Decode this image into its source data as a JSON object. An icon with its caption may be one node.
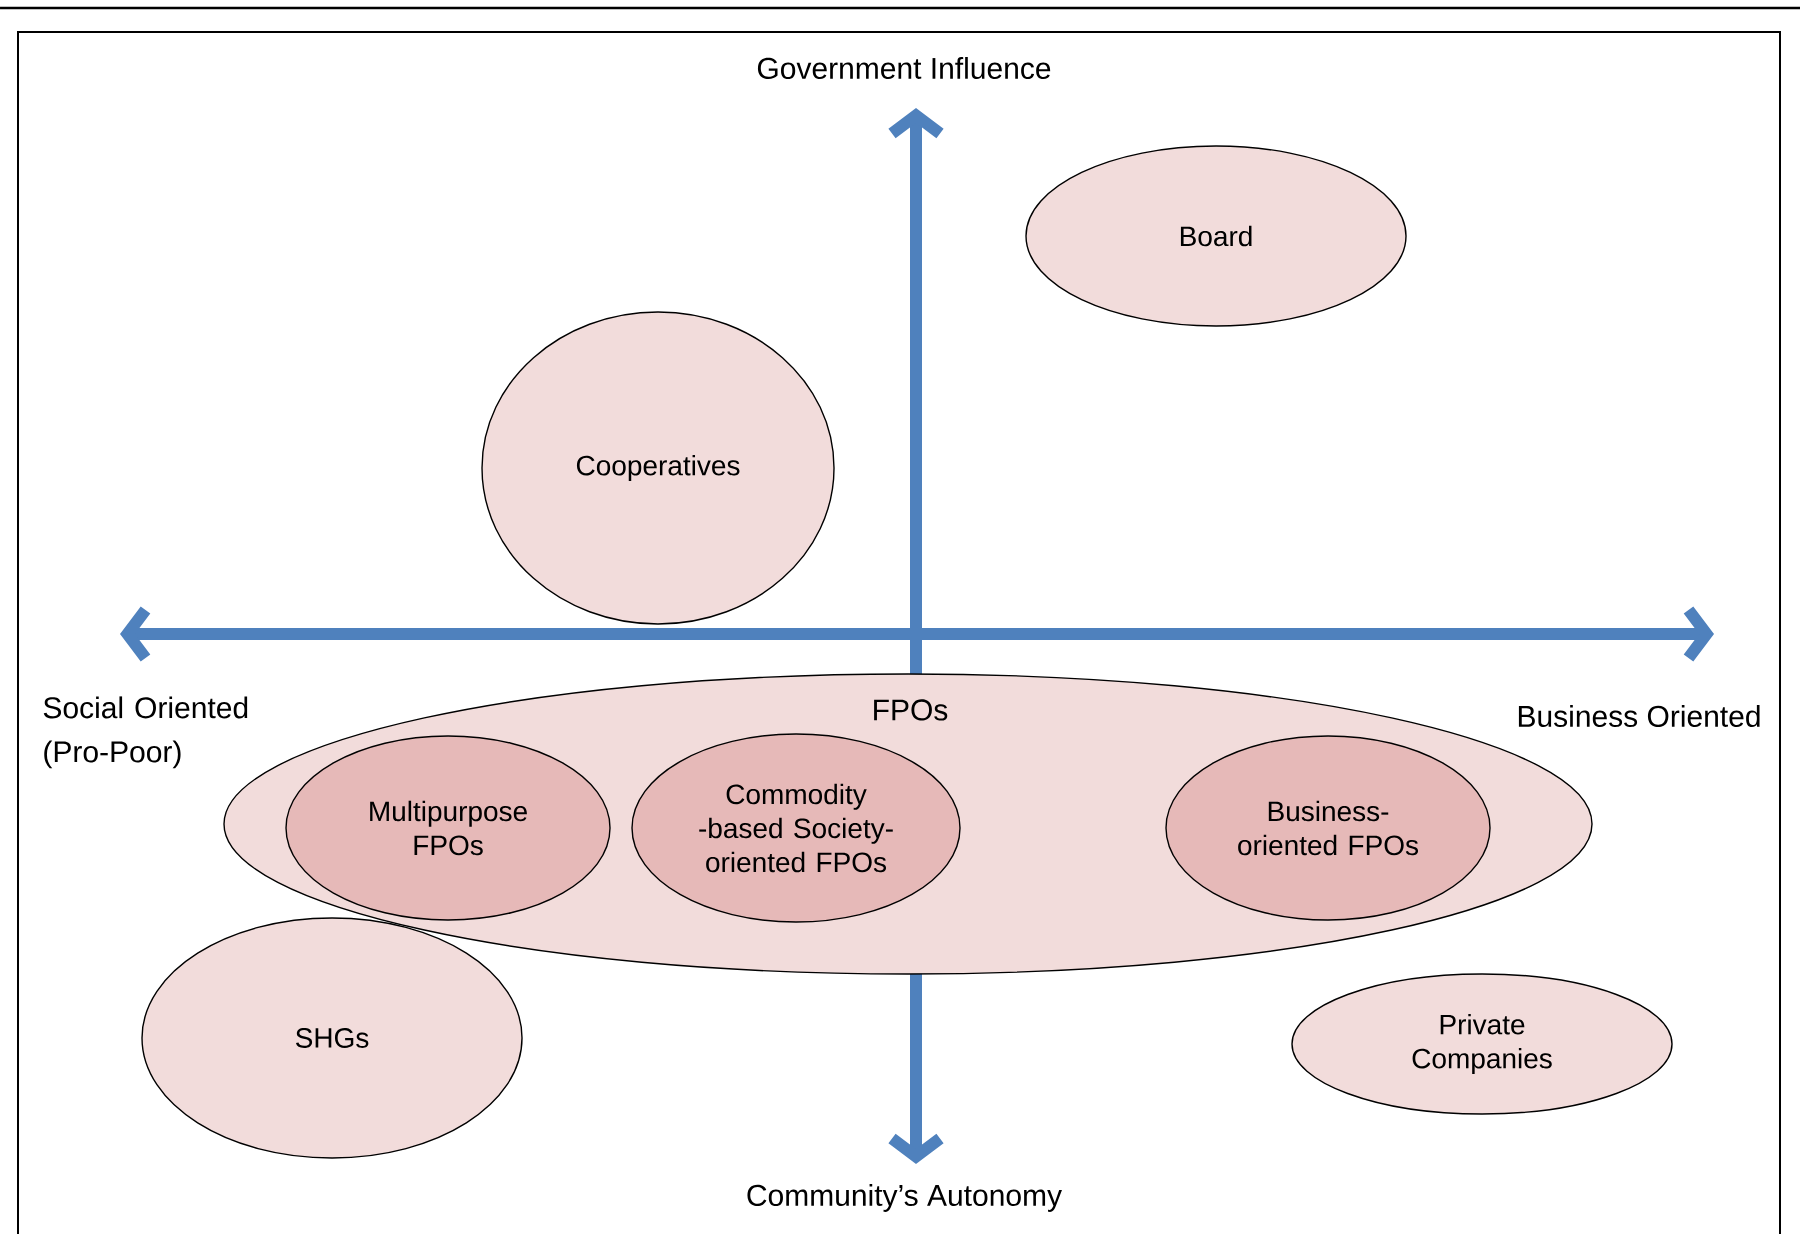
{
  "diagram": {
    "nodes": [
      {
        "text": [
          "Board"
        ]
      },
      {
        "text": [
          "Cooperatives"
        ]
      },
      {
        "text": [
          "FPOs"
        ]
      },
      {
        "text": [
          "Multipurpose FPOs"
        ],
        "in": 2
      },
      {
        "text": [
          "Commodity -based Society-oriented FPOs"
        ],
        "in": 2
      },
      {
        "text": [
          "Business-oriented FPOs"
        ],
        "in": 2
      },
      {
        "text": [
          "SHGs"
        ]
      },
      {
        "text": [
          "Private Companies"
        ]
      }
    ],
    "labels": [
      "Government Influence",
      "Social Oriented (Pro-Poor)",
      "Business Oriented",
      "Community’s Autonomy"
    ]
  }
}
